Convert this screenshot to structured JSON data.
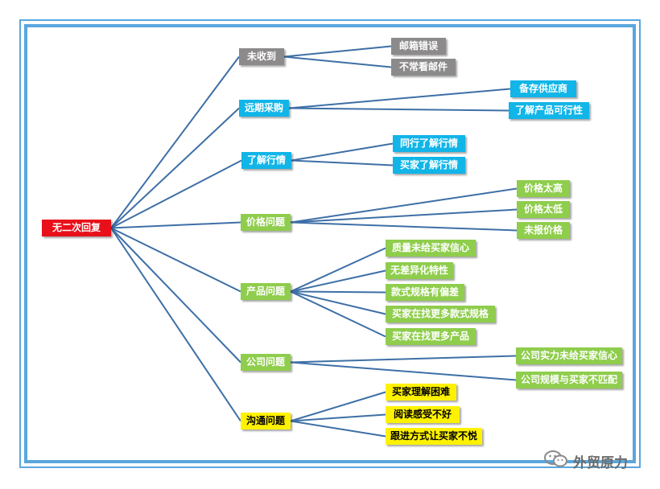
{
  "colors": {
    "frame": "#5aa7dd",
    "line": "#3e6fa6",
    "red": "#e8101a",
    "gray": "#8c8a8a",
    "cyan": "#11b5e8",
    "green": "#8fcd4c",
    "yellow": "#fff200",
    "text_light": "#ffffff",
    "text_dark": "#000000"
  },
  "root": {
    "label": "无二次回复"
  },
  "branches": [
    {
      "label": "未收到",
      "color": "gray",
      "children": [
        "邮箱错误",
        "不常看邮件"
      ]
    },
    {
      "label": "远期采购",
      "color": "cyan",
      "children": [
        "备存供应商",
        "了解产品可行性"
      ]
    },
    {
      "label": "了解行情",
      "color": "cyan",
      "children": [
        "同行了解行情",
        "买家了解行情"
      ]
    },
    {
      "label": "价格问题",
      "color": "green",
      "children": [
        "价格太高",
        "价格太低",
        "未报价格"
      ]
    },
    {
      "label": "产品问题",
      "color": "green",
      "children": [
        "质量未给买家信心",
        "无差异化特性",
        "款式规格有偏差",
        "买家在找更多款式规格",
        "买家在找更多产品"
      ]
    },
    {
      "label": "公司问题",
      "color": "green",
      "children": [
        "公司实力未给买家信心",
        "公司规模与买家不匹配"
      ]
    },
    {
      "label": "沟通问题",
      "color": "yellow",
      "children": [
        "买家理解困难",
        "阅读感受不好",
        "跟进方式让买家不悦"
      ]
    }
  ],
  "watermark": {
    "text": "外贸原力",
    "icon": "wechat-icon"
  }
}
